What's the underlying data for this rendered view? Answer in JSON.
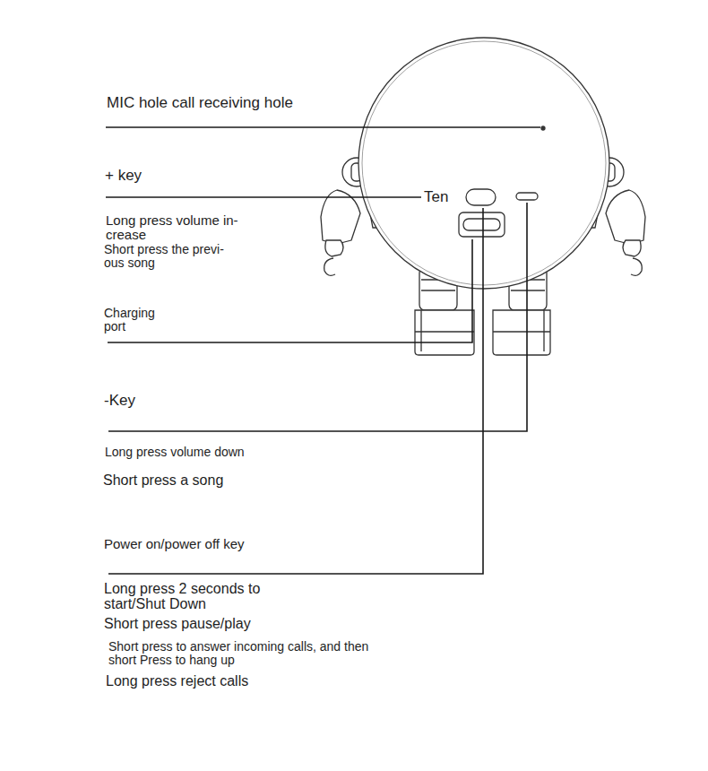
{
  "diagram": {
    "labels": [
      "MIC hole call receiving hole",
      "+ key",
      "Ten",
      "Long press volume in- crease",
      "Short press the previ- ous song",
      "Charging port",
      "-Key",
      "Long press volume down",
      "Short press a song",
      "Power on/power off key",
      "Long press 2 seconds to start/Shut Down",
      "Short press pause/play",
      "Short press to answer incoming calls, and then short Press to hang up",
      "Long press reject calls"
    ]
  }
}
